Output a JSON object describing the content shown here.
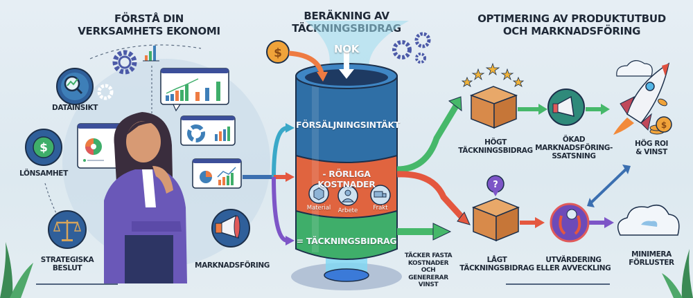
{
  "sections": {
    "left": {
      "title_line1": "FÖRSTÅ DIN",
      "title_line2": "VERKSAMHETS EKONOMI",
      "items": [
        {
          "label": "DATAINSIKT",
          "icon": "magnifier-chart-icon"
        },
        {
          "label": "LÖNSAMHET",
          "icon": "dollar-icon"
        },
        {
          "label_line1": "STRATEGISKA",
          "label_line2": "BESLUT",
          "icon": "scales-icon"
        },
        {
          "label": "MARKNADSFÖRING",
          "icon": "megaphone-icon"
        }
      ]
    },
    "center": {
      "title": "BERÄKNING AV TÄCKNINGSBIDRAG",
      "input_label": "NOK",
      "bands": {
        "revenue": "FÖRSÄLJNINGSINTÄKT",
        "variable_costs": "- RÖRLIGA KOSTNADER",
        "contribution": "= TÄCKNINGSBIDRAG"
      },
      "cost_items": [
        "Material",
        "Arbete",
        "Frakt"
      ],
      "note_lines": [
        "TÄCKER FASTA",
        "KOSTNADER OCH",
        "GENERERAR",
        "VINST"
      ]
    },
    "right": {
      "title_line1": "OPTIMERING AV PRODUKTUTBUD",
      "title_line2": "OCH MARKNADSFÖRING",
      "top_flow": [
        {
          "lines": [
            "HÖGT",
            "TÄCKNINGSBIDRAG"
          ],
          "icon": "box-stars-icon"
        },
        {
          "lines": [
            "ÖKAD",
            "MARKNADSFÖRING-",
            "SSATSNING"
          ],
          "icon": "megaphone-icon"
        },
        {
          "lines": [
            "HÖG ROI",
            "& VINST"
          ],
          "icon": "rocket-icon"
        }
      ],
      "bottom_flow": [
        {
          "lines": [
            "LÅGT",
            "TÄCKNINGSBIDRAG"
          ],
          "icon": "box-question-icon"
        },
        {
          "lines": [
            "UTVÄRDERING",
            "ELLER AVVECKLING"
          ],
          "icon": "evaluate-icon"
        },
        {
          "lines": [
            "MINIMERA",
            "FÖRLUSTER"
          ],
          "icon": "cloud-icon"
        }
      ]
    }
  },
  "colors": {
    "background": "#e3ecf2",
    "cylinder_blue": "#2f6fa6",
    "cylinder_red": "#e0643f",
    "cylinder_green": "#3fae6a",
    "arrow_green": "#46b86a",
    "arrow_red": "#e4573f",
    "arrow_purple": "#7d55c7",
    "arrow_blue": "#3b6fb0"
  }
}
